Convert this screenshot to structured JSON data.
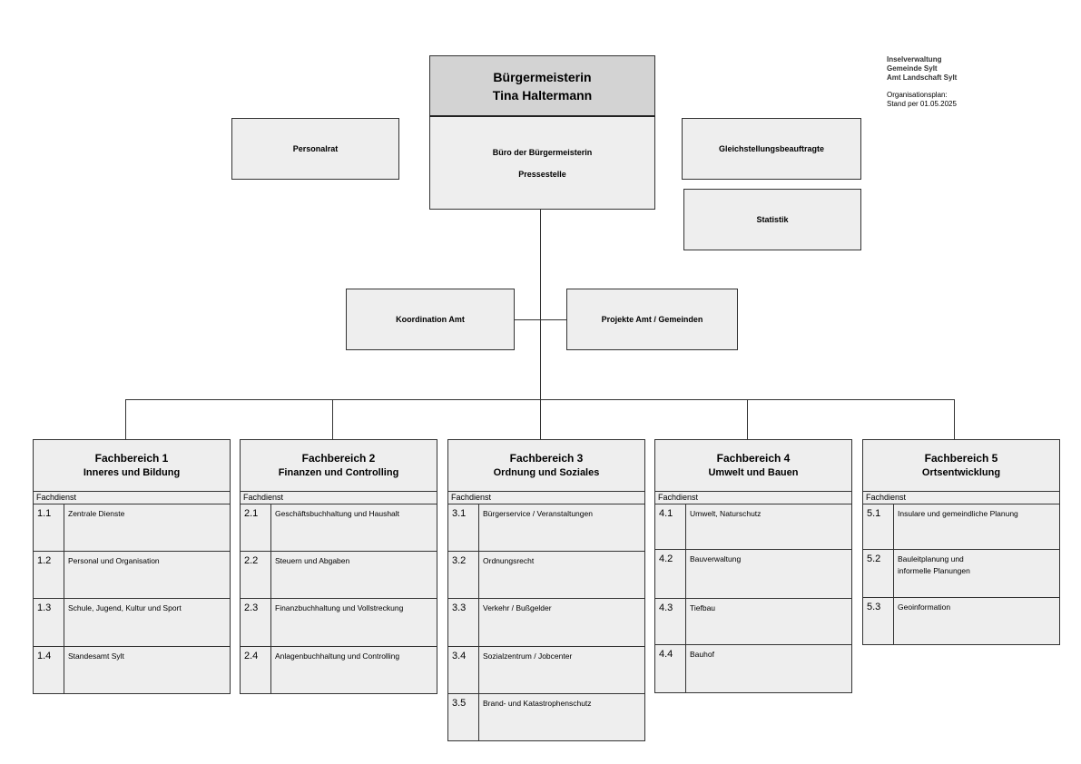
{
  "header_info": {
    "line1": "Inselverwaltung",
    "line2": "Gemeinde Sylt",
    "line3": "Amt Landschaft Sylt",
    "line4": "Organisationsplan:",
    "line5": "Stand per 01.05.2025"
  },
  "chief": {
    "title": "Bürgermeisterin",
    "name": "Tina Haltermann",
    "office1": "Büro der Bürgermeisterin",
    "office2": "Pressestelle"
  },
  "staff": {
    "personalrat": "Personalrat",
    "gleichstellung": "Gleichstellungsbeauftragte",
    "statistik": "Statistik",
    "koordination": "Koordination Amt",
    "projekte": "Projekte Amt / Gemeinden"
  },
  "fd_label": "Fachdienst",
  "departments": [
    {
      "title": "Fachbereich 1",
      "subtitle": "Inneres und Bildung",
      "units": [
        {
          "num": "1.1",
          "label": "Zentrale Dienste"
        },
        {
          "num": "1.2",
          "label": "Personal und Organisation"
        },
        {
          "num": "1.3",
          "label": "Schule, Jugend, Kultur und Sport"
        },
        {
          "num": "1.4",
          "label": "Standesamt Sylt"
        }
      ]
    },
    {
      "title": "Fachbereich 2",
      "subtitle": "Finanzen und Controlling",
      "units": [
        {
          "num": "2.1",
          "label": "Geschäftsbuchhaltung und Haushalt"
        },
        {
          "num": "2.2",
          "label": "Steuern und Abgaben"
        },
        {
          "num": "2.3",
          "label": "Finanzbuchhaltung und Vollstreckung"
        },
        {
          "num": "2.4",
          "label": "Anlagenbuchhaltung und Controlling"
        }
      ]
    },
    {
      "title": "Fachbereich 3",
      "subtitle": "Ordnung und Soziales",
      "units": [
        {
          "num": "3.1",
          "label": "Bürgerservice / Veranstaltungen"
        },
        {
          "num": "3.2",
          "label": "Ordnungsrecht"
        },
        {
          "num": "3.3",
          "label": "Verkehr / Bußgelder"
        },
        {
          "num": "3.4",
          "label": "Sozialzentrum / Jobcenter"
        },
        {
          "num": "3.5",
          "label": "Brand- und Katastrophenschutz"
        }
      ]
    },
    {
      "title": "Fachbereich 4",
      "subtitle": "Umwelt und Bauen",
      "units": [
        {
          "num": "4.1",
          "label": "Umwelt, Naturschutz"
        },
        {
          "num": "4.2",
          "label": "Bauverwaltung"
        },
        {
          "num": "4.3",
          "label": "Tiefbau"
        },
        {
          "num": "4.4",
          "label": "Bauhof"
        }
      ]
    },
    {
      "title": "Fachbereich 5",
      "subtitle": "Ortsentwicklung",
      "units": [
        {
          "num": "5.1",
          "label": "Insulare und gemeindliche Planung"
        },
        {
          "num": "5.2",
          "label": "Bauleitplanung und"
        },
        {
          "num": "5.3",
          "label": "Geoinformation"
        }
      ],
      "extra_line": "informelle Planungen"
    }
  ]
}
